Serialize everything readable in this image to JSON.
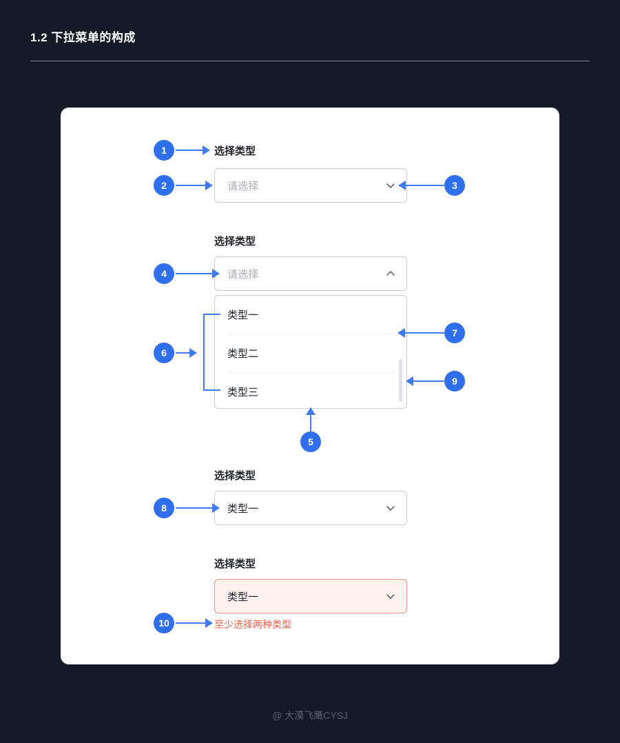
{
  "header": {
    "title": "1.2 下拉菜单的构成"
  },
  "sections": {
    "default": {
      "label": "选择类型",
      "placeholder": "请选择",
      "chevron": "chevron-down-icon"
    },
    "expanded": {
      "label": "选择类型",
      "placeholder": "请选择",
      "chevron": "chevron-up-icon",
      "options": [
        "类型一",
        "类型二",
        "类型三"
      ]
    },
    "selected": {
      "label": "选择类型",
      "value": "类型一",
      "chevron": "chevron-down-icon"
    },
    "error": {
      "label": "选择类型",
      "value": "类型一",
      "chevron": "chevron-down-icon",
      "message": "至少选择两种类型"
    }
  },
  "callouts": {
    "c1": "1",
    "c2": "2",
    "c3": "3",
    "c4": "4",
    "c5": "5",
    "c6": "6",
    "c7": "7",
    "c8": "8",
    "c9": "9",
    "c10": "10"
  },
  "footer": {
    "watermark": "@ 大漠飞鹰CYSJ"
  },
  "colors": {
    "page_background": "#141A26",
    "card_background": "#FFFFFF",
    "accent_blue": "#2F6FEE",
    "border_grey": "#C9CDD4",
    "placeholder_grey": "#A6ACB6",
    "error_red": "#F4604A",
    "error_border": "#F2907E",
    "error_fill": "#FDF1EE",
    "scrollbar_thumb": "#DCE3EE"
  }
}
